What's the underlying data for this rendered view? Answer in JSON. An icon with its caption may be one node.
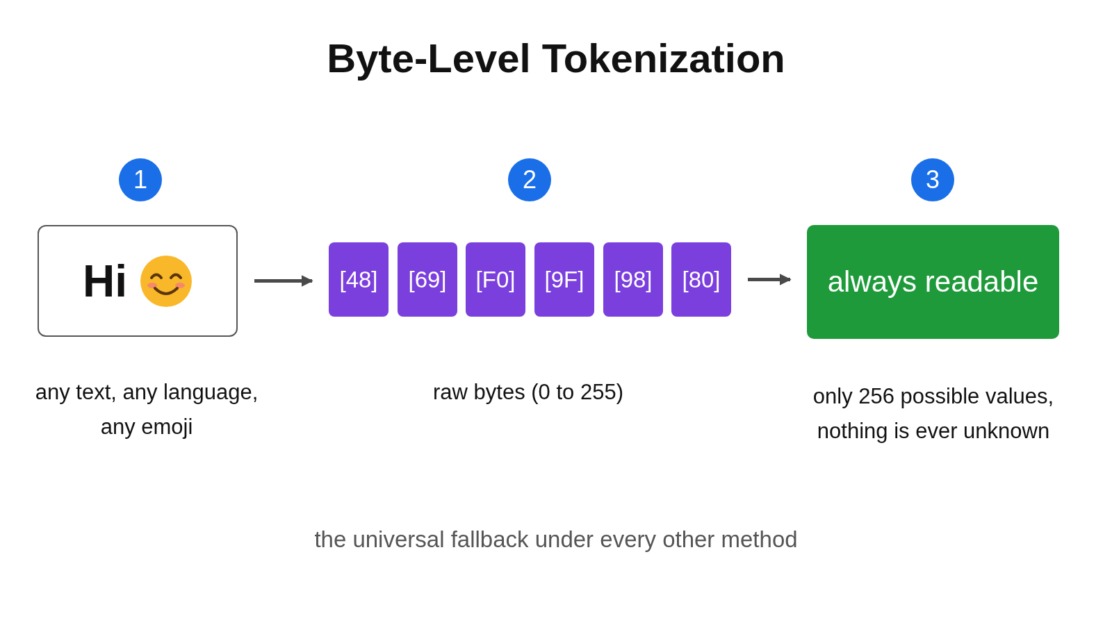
{
  "diagram": {
    "title": "Byte-Level Tokenization",
    "nodes": [
      {
        "text": [
          "1"
        ]
      },
      {
        "text": [
          "2"
        ]
      },
      {
        "text": [
          "3"
        ]
      },
      {
        "text": [
          "Hi"
        ],
        "beside": [
          "any text, any language, any emoji"
        ]
      },
      {
        "text": [
          "[48]"
        ]
      },
      {
        "text": [
          "[69]"
        ]
      },
      {
        "text": [
          "[F0]"
        ]
      },
      {
        "text": [
          "[9F]"
        ]
      },
      {
        "text": [
          "[98]"
        ]
      },
      {
        "text": [
          "[80]"
        ]
      },
      {
        "text": [
          "always readable"
        ],
        "beside": [
          "only 256 possible values, nothing is ever unknown"
        ]
      }
    ],
    "edges": [
      {
        "from": 3,
        "to": 4,
        "arrow": "to"
      },
      {
        "from": 9,
        "to": 10,
        "arrow": "to"
      }
    ],
    "labels": [
      "raw bytes (0 to 255)",
      "the universal fallback under every other method"
    ]
  }
}
